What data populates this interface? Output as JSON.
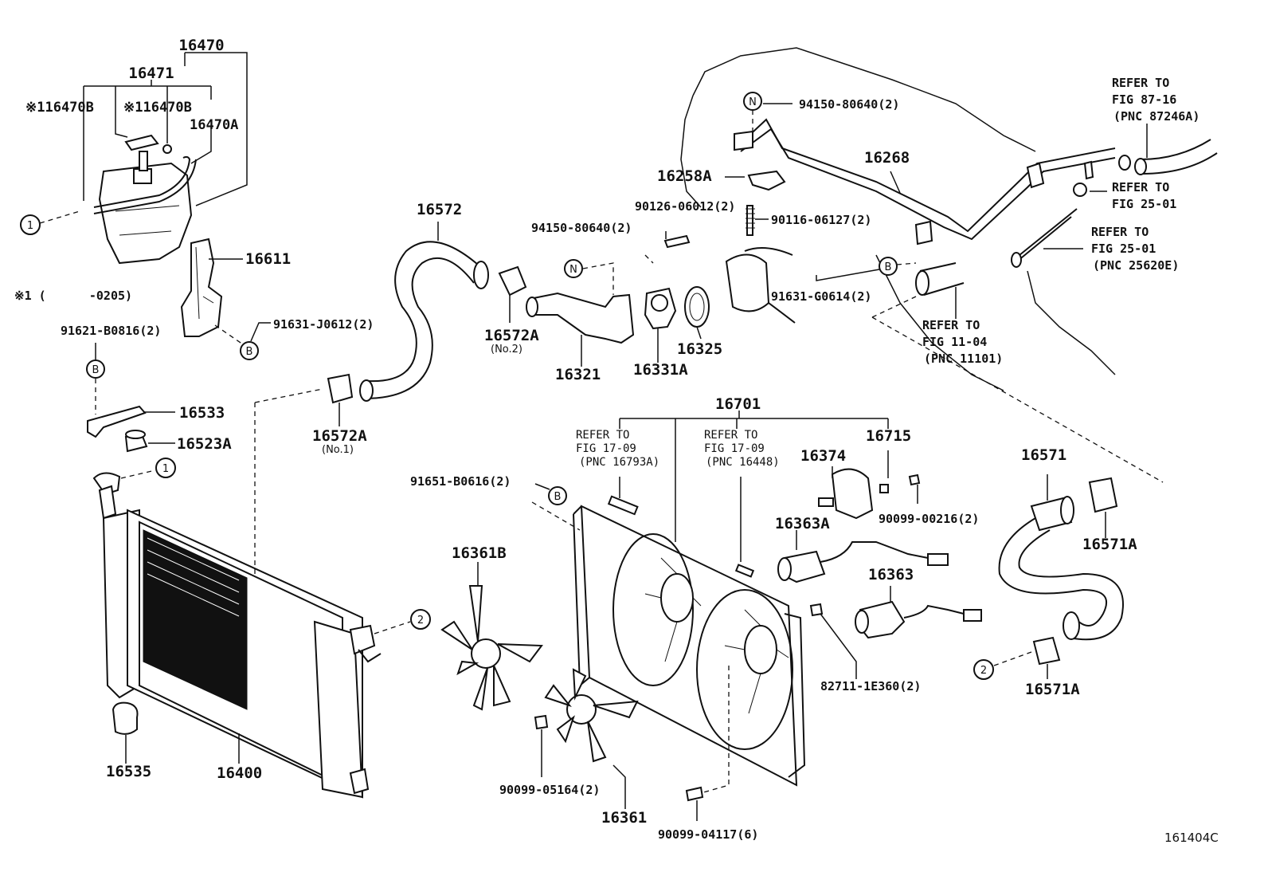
{
  "parts": {
    "p16470": "16470",
    "p16471": "16471",
    "p116470b_a": "※116470B",
    "p116470b_b": "※116470B",
    "p16470a": "16470A",
    "p16611": "16611",
    "note_0205": "※1 (      -0205)",
    "p91621": "91621-B0816(2)",
    "p91631j": "91631-J0612(2)",
    "p16533": "16533",
    "p16523a": "16523A",
    "p16535": "16535",
    "p16400": "16400",
    "p16572": "16572",
    "p16572a_no2": "16572A",
    "no2": "(No.2)",
    "p16572a_no1": "16572A",
    "no1": "(No.1)",
    "p16321": "16321",
    "p94150_a": "94150-80640(2)",
    "p94150_b": "94150-80640(2)",
    "p90126": "90126-06012(2)",
    "p90116": "90116-06127(2)",
    "p16258a": "16258A",
    "p16331a": "16331A",
    "p16325": "16325",
    "p16268": "16268",
    "p91631g": "91631-G0614(2)",
    "p16701": "16701",
    "p16715": "16715",
    "p16374": "16374",
    "p90099_216": "90099-00216(2)",
    "p16363a": "16363A",
    "p16363": "16363",
    "p82711": "82711-1E360(2)",
    "p16571": "16571",
    "p16571a_1": "16571A",
    "p16571a_2": "16571A",
    "p91651": "91651-B0616(2)",
    "p16361b": "16361B",
    "p16361": "16361",
    "p90099_5164": "90099-05164(2)",
    "p90099_4117": "90099-04117(6)"
  },
  "refers": {
    "r1_l1": "REFER TO",
    "r1_l2": "FIG 87-16",
    "r1_l3": "(PNC 87246A)",
    "r2_l1": "REFER TO",
    "r2_l2": "FIG 25-01",
    "r3_l1": "REFER TO",
    "r3_l2": "FIG 25-01",
    "r3_l3": "(PNC 25620E)",
    "r4_l1": "REFER TO",
    "r4_l2": "FIG 11-04",
    "r4_l3": "(PNC 11101)",
    "r5_l1": "REFER TO",
    "r5_l2": "FIG 17-09",
    "r5_l3": "(PNC 16793A)",
    "r6_l1": "REFER TO",
    "r6_l2": "FIG 17-09",
    "r6_l3": "(PNC 16448)"
  },
  "markers": {
    "one": "1",
    "two": "2",
    "b": "B",
    "n": "N"
  },
  "figure_code": "161404C"
}
